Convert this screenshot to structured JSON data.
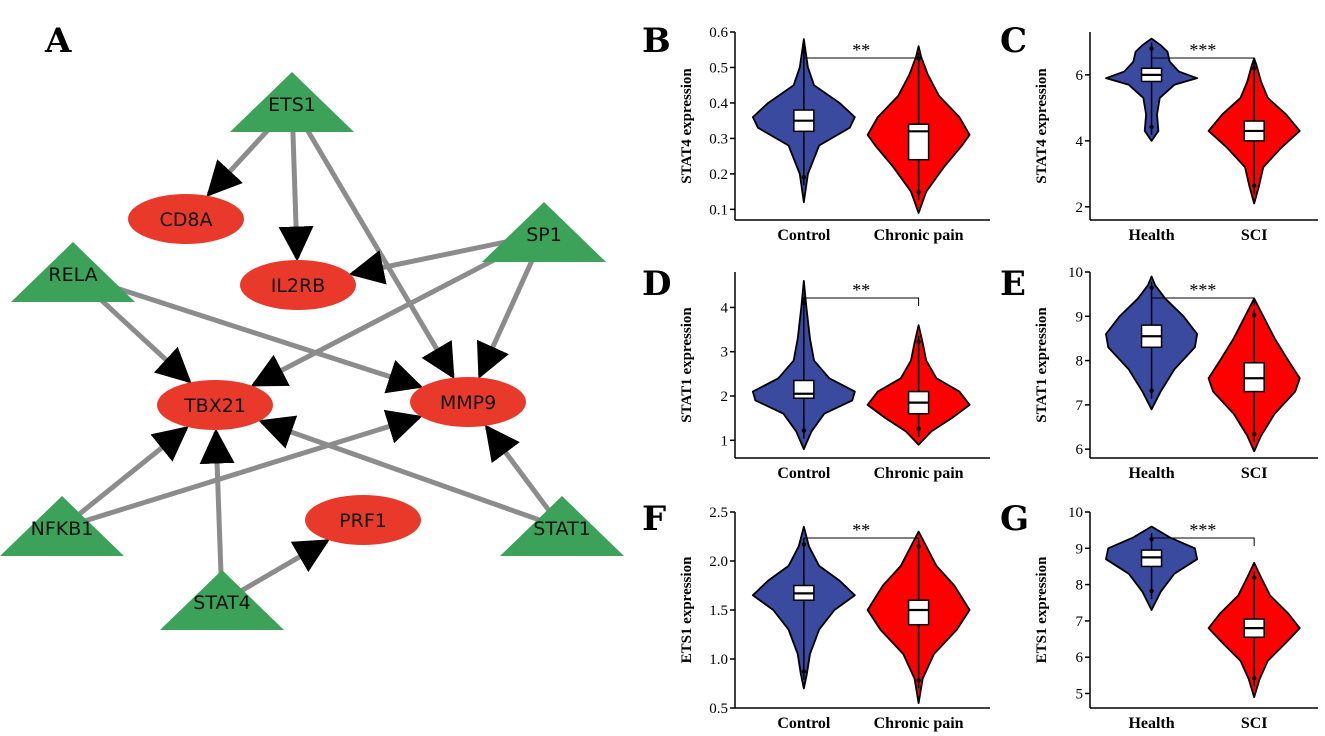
{
  "network": {
    "panel_label": "A",
    "colors": {
      "tf": "#3ca25a",
      "target": "#e8392b",
      "edge": "#8c8c8c"
    },
    "nodes": [
      {
        "id": "ETS1",
        "label": "ETS1",
        "shape": "triangle"
      },
      {
        "id": "SP1",
        "label": "SP1",
        "shape": "triangle"
      },
      {
        "id": "RELA",
        "label": "RELA",
        "shape": "triangle"
      },
      {
        "id": "NFKB1",
        "label": "NFKB1",
        "shape": "triangle"
      },
      {
        "id": "STAT1",
        "label": "STAT1",
        "shape": "triangle"
      },
      {
        "id": "STAT4",
        "label": "STAT4",
        "shape": "triangle"
      },
      {
        "id": "CD8A",
        "label": "CD8A",
        "shape": "ellipse"
      },
      {
        "id": "IL2RB",
        "label": "IL2RB",
        "shape": "ellipse"
      },
      {
        "id": "TBX21",
        "label": "TBX21",
        "shape": "ellipse"
      },
      {
        "id": "MMP9",
        "label": "MMP9",
        "shape": "ellipse"
      },
      {
        "id": "PRF1",
        "label": "PRF1",
        "shape": "ellipse"
      }
    ],
    "edges": [
      [
        "ETS1",
        "CD8A"
      ],
      [
        "ETS1",
        "IL2RB"
      ],
      [
        "ETS1",
        "MMP9"
      ],
      [
        "SP1",
        "IL2RB"
      ],
      [
        "SP1",
        "TBX21"
      ],
      [
        "SP1",
        "MMP9"
      ],
      [
        "RELA",
        "TBX21"
      ],
      [
        "RELA",
        "MMP9"
      ],
      [
        "NFKB1",
        "TBX21"
      ],
      [
        "NFKB1",
        "MMP9"
      ],
      [
        "STAT1",
        "TBX21"
      ],
      [
        "STAT1",
        "MMP9"
      ],
      [
        "STAT4",
        "TBX21"
      ],
      [
        "STAT4",
        "PRF1"
      ]
    ]
  },
  "chart_data": [
    {
      "panel": "B",
      "type": "violin",
      "ylabel": "STAT4 expression",
      "categories": [
        "Control",
        "Chronic pain"
      ],
      "yticks": [
        "0.1",
        "0.2",
        "0.3",
        "0.4",
        "0.5",
        "0.6"
      ],
      "ylim": [
        0.07,
        0.6
      ],
      "medians": [
        0.35,
        0.32
      ],
      "q1": [
        0.32,
        0.24
      ],
      "q3": [
        0.38,
        0.34
      ],
      "significance": "**"
    },
    {
      "panel": "C",
      "type": "violin",
      "ylabel": "STAT4 expression",
      "categories": [
        "Health",
        "SCI"
      ],
      "yticks": [
        "2",
        "4",
        "6"
      ],
      "ylim": [
        1.6,
        7.3
      ],
      "medians": [
        6.0,
        4.3
      ],
      "q1": [
        5.8,
        4.0
      ],
      "q3": [
        6.2,
        4.6
      ],
      "significance": "***"
    },
    {
      "panel": "D",
      "type": "violin",
      "ylabel": "STAT1 expression",
      "categories": [
        "Control",
        "Chronic pain"
      ],
      "yticks": [
        "1",
        "2",
        "3",
        "4"
      ],
      "ylim": [
        0.6,
        4.8
      ],
      "medians": [
        2.05,
        1.85
      ],
      "q1": [
        1.95,
        1.6
      ],
      "q3": [
        2.35,
        2.1
      ],
      "significance": "**"
    },
    {
      "panel": "E",
      "type": "violin",
      "ylabel": "STAT1 expression",
      "categories": [
        "Health",
        "SCI"
      ],
      "yticks": [
        "6",
        "7",
        "8",
        "9",
        "10"
      ],
      "ylim": [
        5.8,
        10.0
      ],
      "medians": [
        8.55,
        7.6
      ],
      "q1": [
        8.3,
        7.3
      ],
      "q3": [
        8.8,
        7.95
      ],
      "significance": "***"
    },
    {
      "panel": "F",
      "type": "violin",
      "ylabel": "ETS1 expression",
      "categories": [
        "Control",
        "Chronic pain"
      ],
      "yticks": [
        "0.5",
        "1.0",
        "1.5",
        "2.0",
        "2.5"
      ],
      "ylim": [
        0.5,
        2.5
      ],
      "medians": [
        1.67,
        1.5
      ],
      "q1": [
        1.6,
        1.35
      ],
      "q3": [
        1.75,
        1.6
      ],
      "significance": "**"
    },
    {
      "panel": "G",
      "type": "violin",
      "ylabel": "ETS1 expression",
      "categories": [
        "Health",
        "SCI"
      ],
      "yticks": [
        "5",
        "6",
        "7",
        "8",
        "9",
        "10"
      ],
      "ylim": [
        4.6,
        10.0
      ],
      "medians": [
        8.75,
        6.8
      ],
      "q1": [
        8.5,
        6.55
      ],
      "q3": [
        8.95,
        7.05
      ],
      "significance": "***"
    }
  ],
  "colors": {
    "group1": "#3a4a9e",
    "group2": "#ff0000"
  }
}
